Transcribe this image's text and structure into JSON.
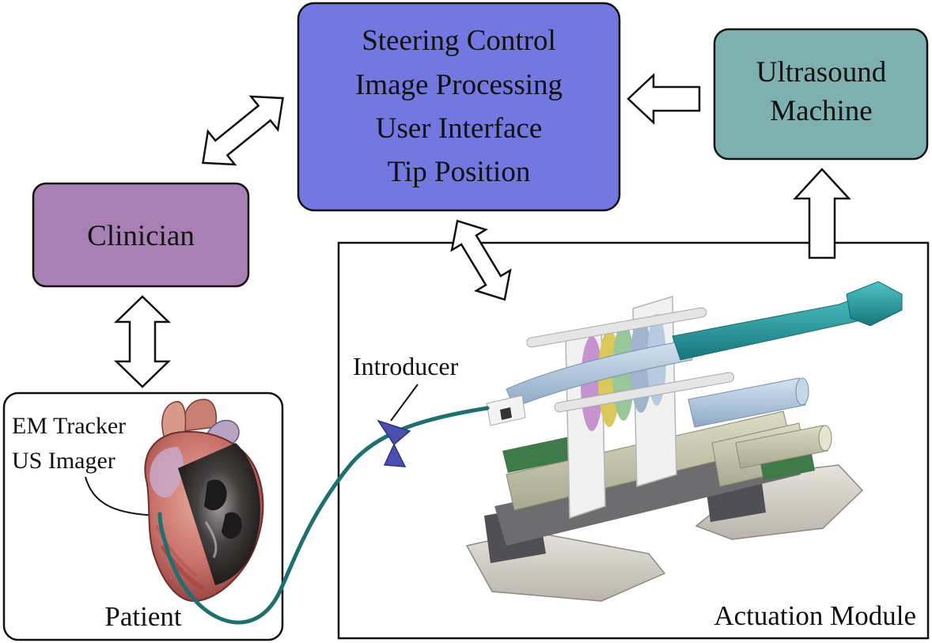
{
  "control_box": {
    "lines": [
      "Steering Control",
      "Image Processing",
      "User Interface",
      "Tip Position"
    ],
    "fill": "#7377e0"
  },
  "ultrasound_box": {
    "lines": [
      "Ultrasound",
      "Machine"
    ],
    "fill": "#7eb0b0"
  },
  "clinician_box": {
    "label": "Clinician",
    "fill": "#a980b4"
  },
  "patient_panel": {
    "label": "Patient",
    "em_tracker": "EM Tracker",
    "us_imager": "US Imager"
  },
  "actuation_panel": {
    "label": "Actuation Module",
    "introducer": "Introducer"
  },
  "colors": {
    "catheter": "#1e6f70",
    "introducer": "#4a4fb0",
    "teal_part": "#1f9aa0"
  }
}
